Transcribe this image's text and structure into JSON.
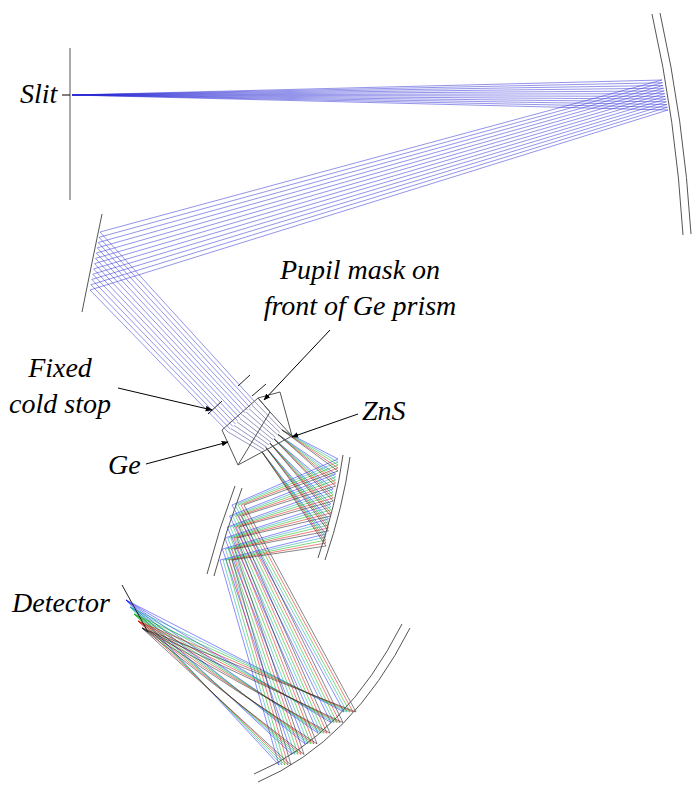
{
  "diagram": {
    "labels": [
      "Slit",
      "Pupil mask on front of Ge prism",
      "Fixed cold stop",
      "ZnS",
      "Ge",
      "Detector"
    ]
  }
}
